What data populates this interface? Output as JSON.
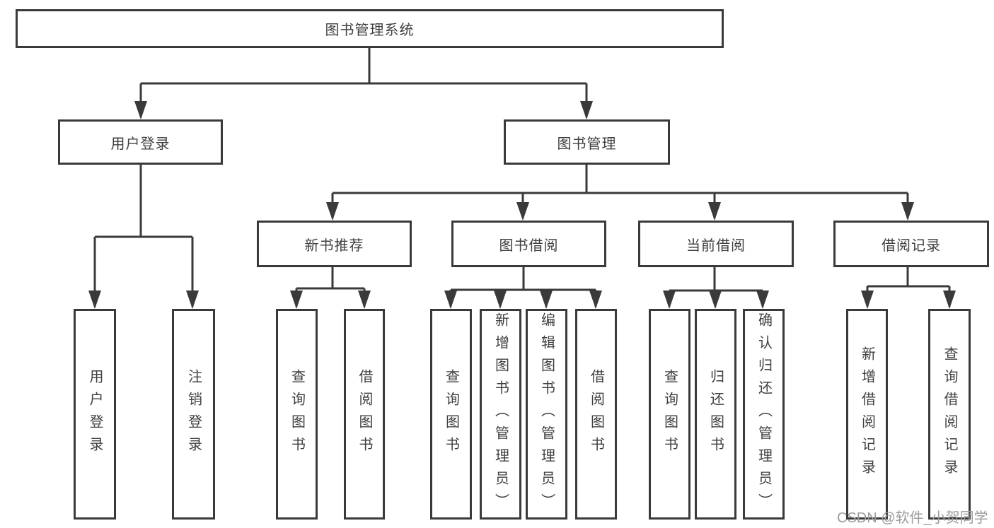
{
  "tree": {
    "root": {
      "label": "图书管理系统",
      "children": [
        {
          "label": "用户登录",
          "children": [
            {
              "label": "用户登录"
            },
            {
              "label": "注销登录"
            }
          ]
        },
        {
          "label": "图书管理",
          "children": [
            {
              "label": "新书推荐",
              "children": [
                {
                  "label": "查询图书"
                },
                {
                  "label": "借阅图书"
                }
              ]
            },
            {
              "label": "图书借阅",
              "children": [
                {
                  "label": "查询图书"
                },
                {
                  "label": "新增图书（管理员）"
                },
                {
                  "label": "编辑图书（管理员）"
                },
                {
                  "label": "借阅图书"
                }
              ]
            },
            {
              "label": "当前借阅",
              "children": [
                {
                  "label": "查询图书"
                },
                {
                  "label": "归还图书"
                },
                {
                  "label": "确认归还（管理员）"
                }
              ]
            },
            {
              "label": "借阅记录",
              "children": [
                {
                  "label": "新增借阅记录"
                },
                {
                  "label": "查询借阅记录"
                }
              ]
            }
          ]
        }
      ]
    }
  },
  "watermark": {
    "text": "CSDN @软件_小贺同学"
  },
  "colors": {
    "line": "#3a3a3a",
    "text": "#3f3f3f",
    "watermark": "#9c9c9c",
    "background": "#ffffff"
  }
}
